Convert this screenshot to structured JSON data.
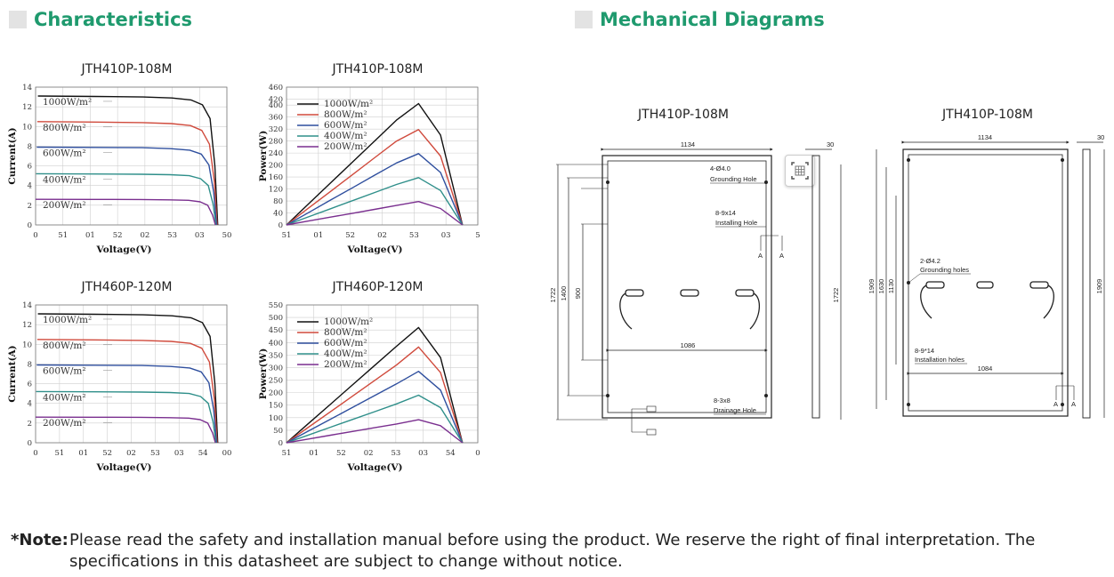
{
  "sections": {
    "characteristics": "Characteristics",
    "mechanical": "Mechanical Diagrams"
  },
  "chart_data": [
    {
      "type": "line",
      "title": "JTH410P-108M",
      "xlabel": "Voltage(V)",
      "ylabel": "Current(A)",
      "xtick_labels": [
        "0",
        "51",
        "01",
        "52",
        "02",
        "53",
        "03",
        "50"
      ],
      "yticks": [
        0,
        2,
        4,
        6,
        8,
        10,
        12,
        14
      ],
      "ylim": [
        0,
        14
      ],
      "grid": true,
      "legend_position": "left",
      "series": [
        {
          "name": "1000W/m²",
          "values": [
            13.1,
            13.05,
            13.0,
            12.9,
            12.7,
            12.2,
            10.8,
            6.0,
            0
          ],
          "color": "#111111"
        },
        {
          "name": "800W/m²",
          "values": [
            10.5,
            10.45,
            10.4,
            10.3,
            10.1,
            9.6,
            8.2,
            4.5,
            0
          ],
          "color": "#d04a3c"
        },
        {
          "name": "600W/m²",
          "values": [
            7.9,
            7.88,
            7.85,
            7.75,
            7.6,
            7.2,
            6.1,
            3.3,
            0
          ],
          "color": "#2f4f9e"
        },
        {
          "name": "400W/m²",
          "values": [
            5.2,
            5.18,
            5.15,
            5.1,
            5.0,
            4.7,
            4.0,
            2.1,
            0
          ],
          "color": "#2f8f8a"
        },
        {
          "name": "200W/m²",
          "values": [
            2.6,
            2.59,
            2.58,
            2.55,
            2.5,
            2.35,
            2.0,
            1.0,
            0
          ],
          "color": "#7a2f8f"
        }
      ]
    },
    {
      "type": "line",
      "title": "JTH410P-108M",
      "xlabel": "Voltage(V)",
      "ylabel": "Power(W)",
      "xtick_labels": [
        "51",
        "01",
        "52",
        "02",
        "53",
        "03",
        "5"
      ],
      "yticks": [
        0,
        40,
        80,
        120,
        160,
        200,
        240,
        280,
        320,
        360,
        400,
        420,
        460
      ],
      "ylim": [
        0,
        460
      ],
      "grid": true,
      "legend_position": "top-left",
      "series": [
        {
          "name": "1000W/m²",
          "values": [
            0,
            70,
            140,
            210,
            280,
            350,
            405,
            300,
            0
          ],
          "color": "#111111"
        },
        {
          "name": "800W/m²",
          "values": [
            0,
            56,
            112,
            168,
            224,
            280,
            318,
            230,
            0
          ],
          "color": "#d04a3c"
        },
        {
          "name": "600W/m²",
          "values": [
            0,
            41,
            83,
            124,
            166,
            207,
            238,
            175,
            0
          ],
          "color": "#2f4f9e"
        },
        {
          "name": "400W/m²",
          "values": [
            0,
            27,
            54,
            81,
            108,
            135,
            158,
            115,
            0
          ],
          "color": "#2f8f8a"
        },
        {
          "name": "200W/m²",
          "values": [
            0,
            13,
            26,
            39,
            52,
            65,
            78,
            55,
            0
          ],
          "color": "#7a2f8f"
        }
      ]
    },
    {
      "type": "line",
      "title": "JTH460P-120M",
      "xlabel": "Voltage(V)",
      "ylabel": "Current(A)",
      "xtick_labels": [
        "0",
        "51",
        "01",
        "52",
        "02",
        "53",
        "03",
        "54",
        "00"
      ],
      "yticks": [
        0,
        2,
        4,
        6,
        8,
        10,
        12,
        14
      ],
      "ylim": [
        0,
        14
      ],
      "grid": true,
      "legend_position": "left",
      "series": [
        {
          "name": "1000W/m²",
          "values": [
            13.1,
            13.05,
            13.0,
            12.9,
            12.7,
            12.2,
            10.8,
            6.0,
            0
          ],
          "color": "#111111"
        },
        {
          "name": "800W/m²",
          "values": [
            10.5,
            10.45,
            10.4,
            10.3,
            10.1,
            9.6,
            8.2,
            4.5,
            0
          ],
          "color": "#d04a3c"
        },
        {
          "name": "600W/m²",
          "values": [
            7.9,
            7.88,
            7.85,
            7.75,
            7.6,
            7.2,
            6.1,
            3.3,
            0
          ],
          "color": "#2f4f9e"
        },
        {
          "name": "400W/m²",
          "values": [
            5.2,
            5.18,
            5.15,
            5.1,
            5.0,
            4.7,
            4.0,
            2.1,
            0
          ],
          "color": "#2f8f8a"
        },
        {
          "name": "200W/m²",
          "values": [
            2.6,
            2.59,
            2.58,
            2.55,
            2.5,
            2.35,
            2.0,
            1.0,
            0
          ],
          "color": "#7a2f8f"
        }
      ]
    },
    {
      "type": "line",
      "title": "JTH460P-120M",
      "xlabel": "Voltage(V)",
      "ylabel": "Power(W)",
      "xtick_labels": [
        "51",
        "01",
        "52",
        "02",
        "53",
        "03",
        "54",
        "0"
      ],
      "yticks": [
        0,
        50,
        100,
        150,
        200,
        250,
        300,
        350,
        400,
        450,
        500,
        550
      ],
      "ylim": [
        0,
        550
      ],
      "grid": true,
      "legend_position": "top-left",
      "series": [
        {
          "name": "1000W/m²",
          "values": [
            0,
            77,
            154,
            231,
            308,
            385,
            460,
            340,
            0
          ],
          "color": "#111111"
        },
        {
          "name": "800W/m²",
          "values": [
            0,
            62,
            124,
            186,
            248,
            310,
            382,
            280,
            0
          ],
          "color": "#d04a3c"
        },
        {
          "name": "600W/m²",
          "values": [
            0,
            47,
            94,
            141,
            188,
            235,
            285,
            210,
            0
          ],
          "color": "#2f4f9e"
        },
        {
          "name": "400W/m²",
          "values": [
            0,
            31,
            62,
            93,
            124,
            155,
            190,
            140,
            0
          ],
          "color": "#2f8f8a"
        },
        {
          "name": "200W/m²",
          "values": [
            0,
            15,
            30,
            45,
            60,
            75,
            92,
            68,
            0
          ],
          "color": "#7a2f8f"
        }
      ]
    }
  ],
  "diagrams": {
    "left_title": "JTH410P-108M",
    "right_title": "JTH410P-108M",
    "left": {
      "width": "1134",
      "inner_width": "1086",
      "height": "1722",
      "side_height": "1722",
      "h1": "1400",
      "h2": "900",
      "thickness": "30",
      "grounding": "4-Ø4.0",
      "grounding_label": "Grounding Hole",
      "installing": "8-9x14",
      "installing_label": "Installing Hole",
      "drainage": "8-3x8",
      "drainage_label": "Drainage Hole",
      "section": "A"
    },
    "right": {
      "width": "1134",
      "inner_width": "1084",
      "height": "1909",
      "side_height": "1909",
      "h1": "1630",
      "h2": "1130",
      "thickness": "30",
      "grounding": "2-Ø4.2",
      "grounding_label": "Grounding holes",
      "installing": "8-9*14",
      "installing_label": "Installation holes",
      "section": "A"
    }
  },
  "note": {
    "label": "*Note:",
    "text": "Please read the safety and installation manual before using the product. We reserve the right of final interpretation. The specifications in this datasheet are subject to change without notice."
  },
  "icons": {
    "scan": "scan-icon"
  }
}
